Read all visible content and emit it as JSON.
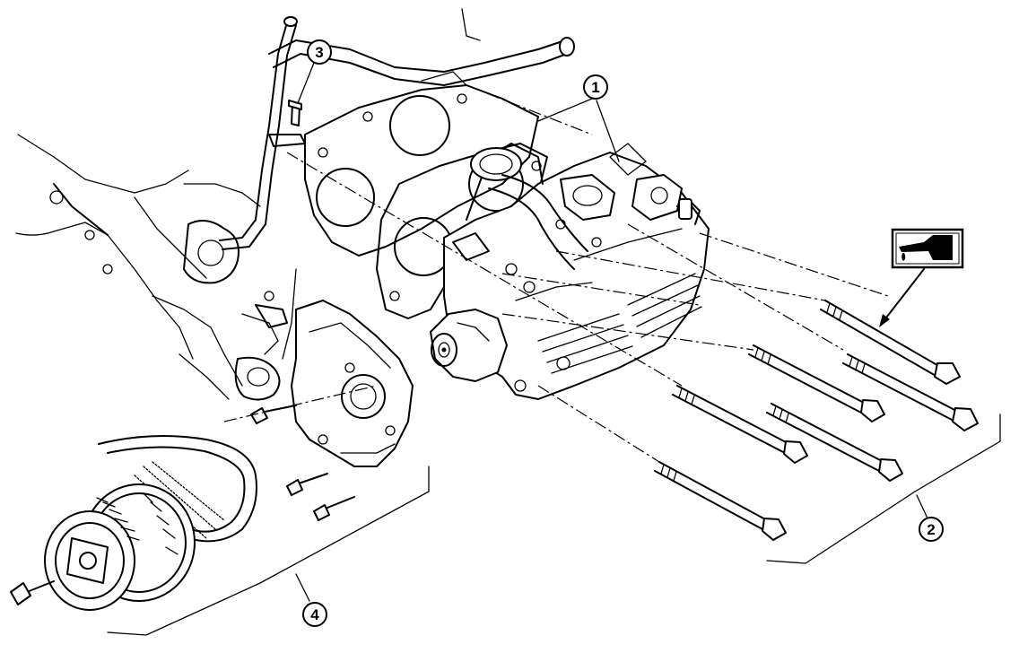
{
  "callouts": {
    "c1": "1",
    "c2": "2",
    "c3": "3",
    "c4": "4"
  },
  "icons": {
    "oil_can": "oil-application-icon"
  },
  "colors": {
    "line": "#000000",
    "background": "#ffffff"
  }
}
